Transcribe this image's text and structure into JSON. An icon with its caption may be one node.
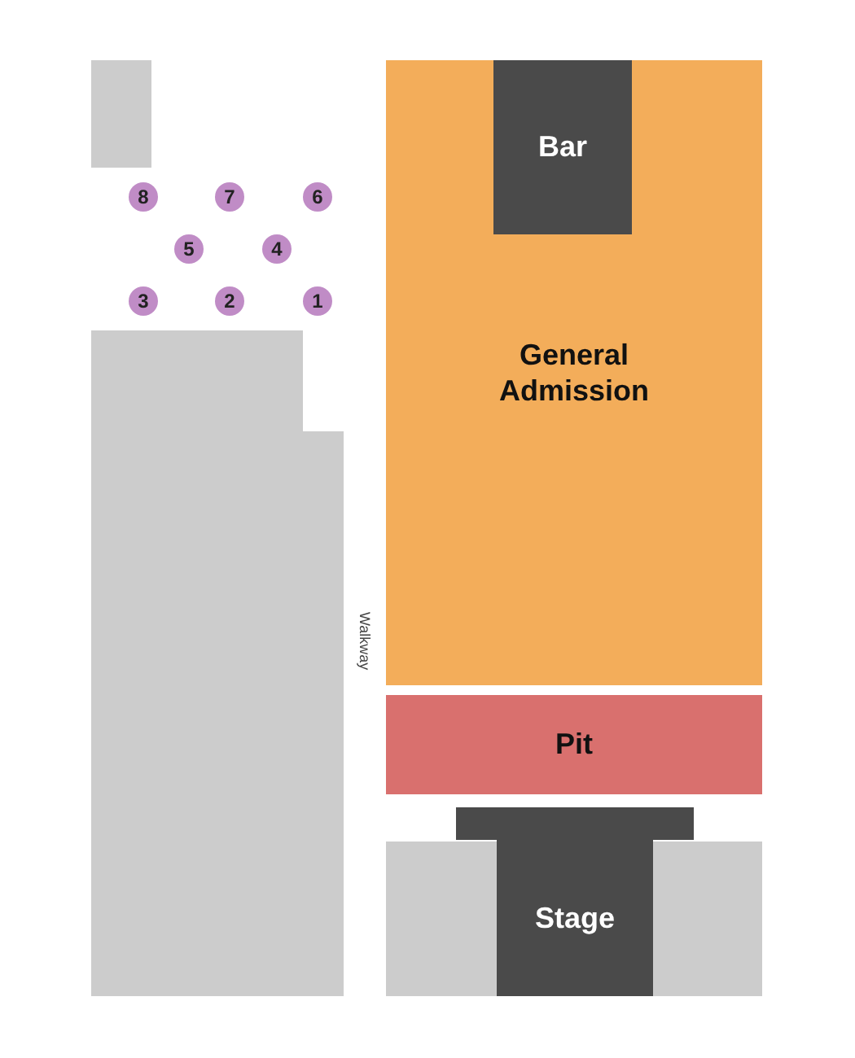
{
  "diagram": {
    "nodes": [
      {
        "text": [],
        "shape": "box"
      },
      {
        "text": [
          "8"
        ]
      },
      {
        "text": [
          "7"
        ]
      },
      {
        "text": [
          "6"
        ]
      },
      {
        "text": [
          "5"
        ]
      },
      {
        "text": [
          "4"
        ]
      },
      {
        "text": [
          "3"
        ]
      },
      {
        "text": [
          "2"
        ]
      },
      {
        "text": [
          "1"
        ]
      },
      {
        "text": [
          "General Admission"
        ]
      },
      {
        "text": [
          "Bar"
        ],
        "in": 9
      },
      {
        "text": [],
        "shape": "box"
      },
      {
        "text": [
          "Pit"
        ]
      },
      {
        "text": [],
        "shape": "box"
      },
      {
        "text": [
          "Stage"
        ]
      },
      {
        "text": [],
        "shape": "box"
      }
    ],
    "labels": [
      "Walkway"
    ]
  }
}
